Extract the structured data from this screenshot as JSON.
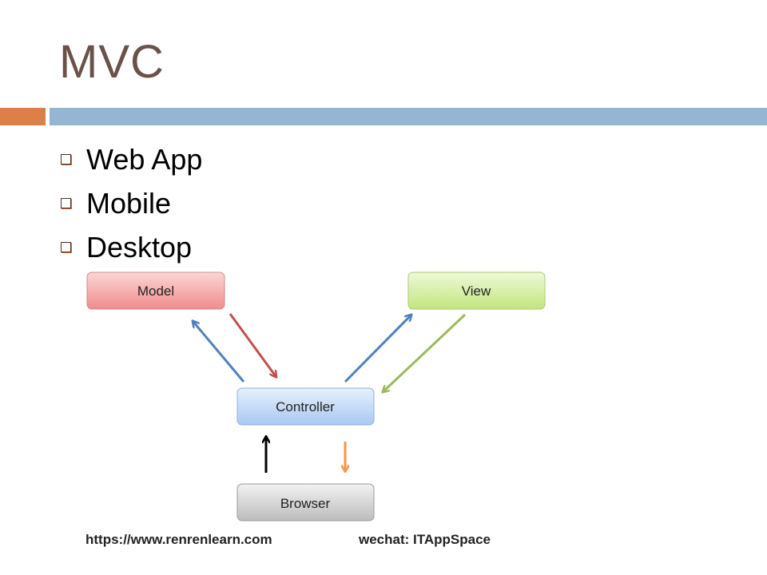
{
  "slide": {
    "title": "MVC",
    "bullets": [
      "Web App",
      "Mobile",
      "Desktop"
    ]
  },
  "diagram": {
    "nodes": {
      "model": "Model",
      "view": "View",
      "controller": "Controller",
      "browser": "Browser"
    },
    "colors": {
      "model": "#f2a0a0",
      "view": "#c9ec8a",
      "controller": "#b7d2f5",
      "browser": "#cfcfcf",
      "arrow_blue": "#4f81bd",
      "arrow_red": "#c0504d",
      "arrow_green": "#9bbb59",
      "arrow_orange": "#f79646",
      "arrow_black": "#000000"
    }
  },
  "footer": {
    "left": "https://www.renrenlearn.com",
    "right": "wechat: ITAppSpace"
  }
}
